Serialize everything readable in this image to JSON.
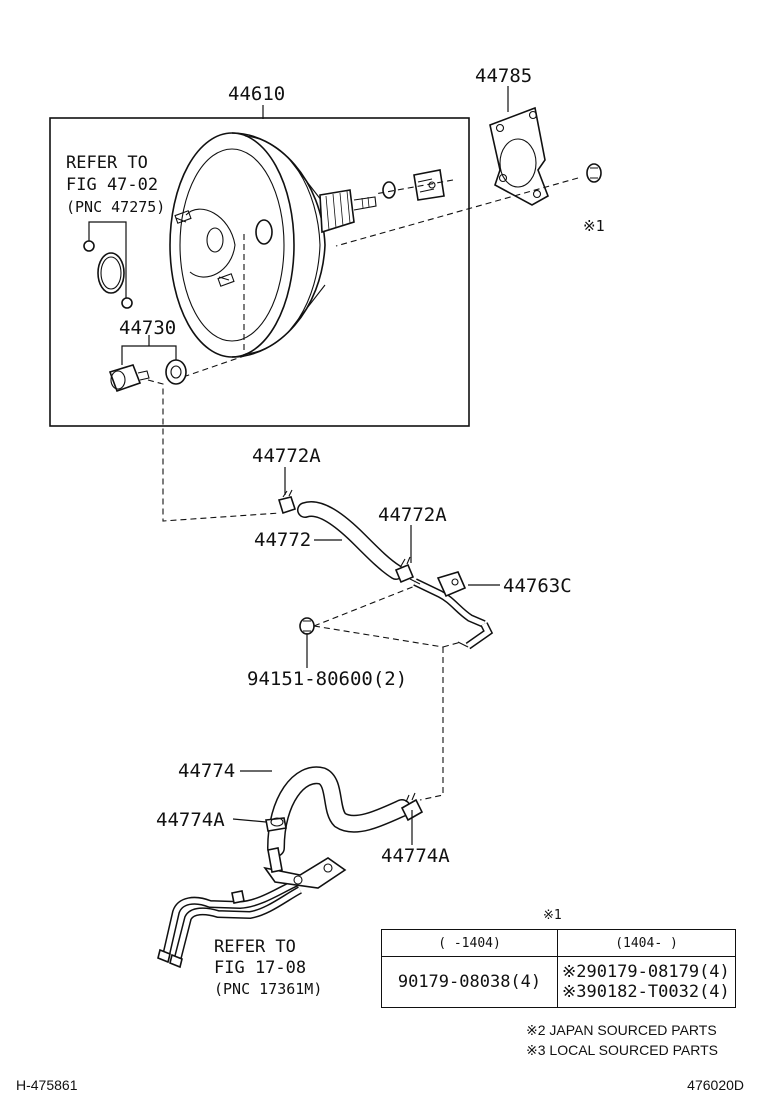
{
  "parts": {
    "booster": "44610",
    "gasket": "44785",
    "check_valve": "44730",
    "hose_clamp_a1": "44772A",
    "hose_upper": "44772",
    "hose_clamp_a2": "44772A",
    "pipe": "44763C",
    "bolt": "94151-80600(2)",
    "hose_lower": "44774",
    "hose_clamp_b1": "44774A",
    "hose_clamp_b2": "44774A",
    "nut_note": "※1"
  },
  "refer_1": {
    "line1": "REFER TO",
    "line2": "FIG 47-02",
    "line3": "(PNC 47275)"
  },
  "refer_2": {
    "line1": "REFER TO",
    "line2": "FIG 17-08",
    "line3": "(PNC 17361M)"
  },
  "variant_table": {
    "title": "※1",
    "headers": [
      "(   -1404)",
      "(1404-    )"
    ],
    "left_value": "90179-08038(4)",
    "right_values": [
      "※290179-08179(4)",
      "※390182-T0032(4)"
    ]
  },
  "notes": [
    "※2 JAPAN SOURCED PARTS",
    "※3 LOCAL SOURCED PARTS"
  ],
  "footer": {
    "left": "H-475861",
    "right": "476020D"
  }
}
